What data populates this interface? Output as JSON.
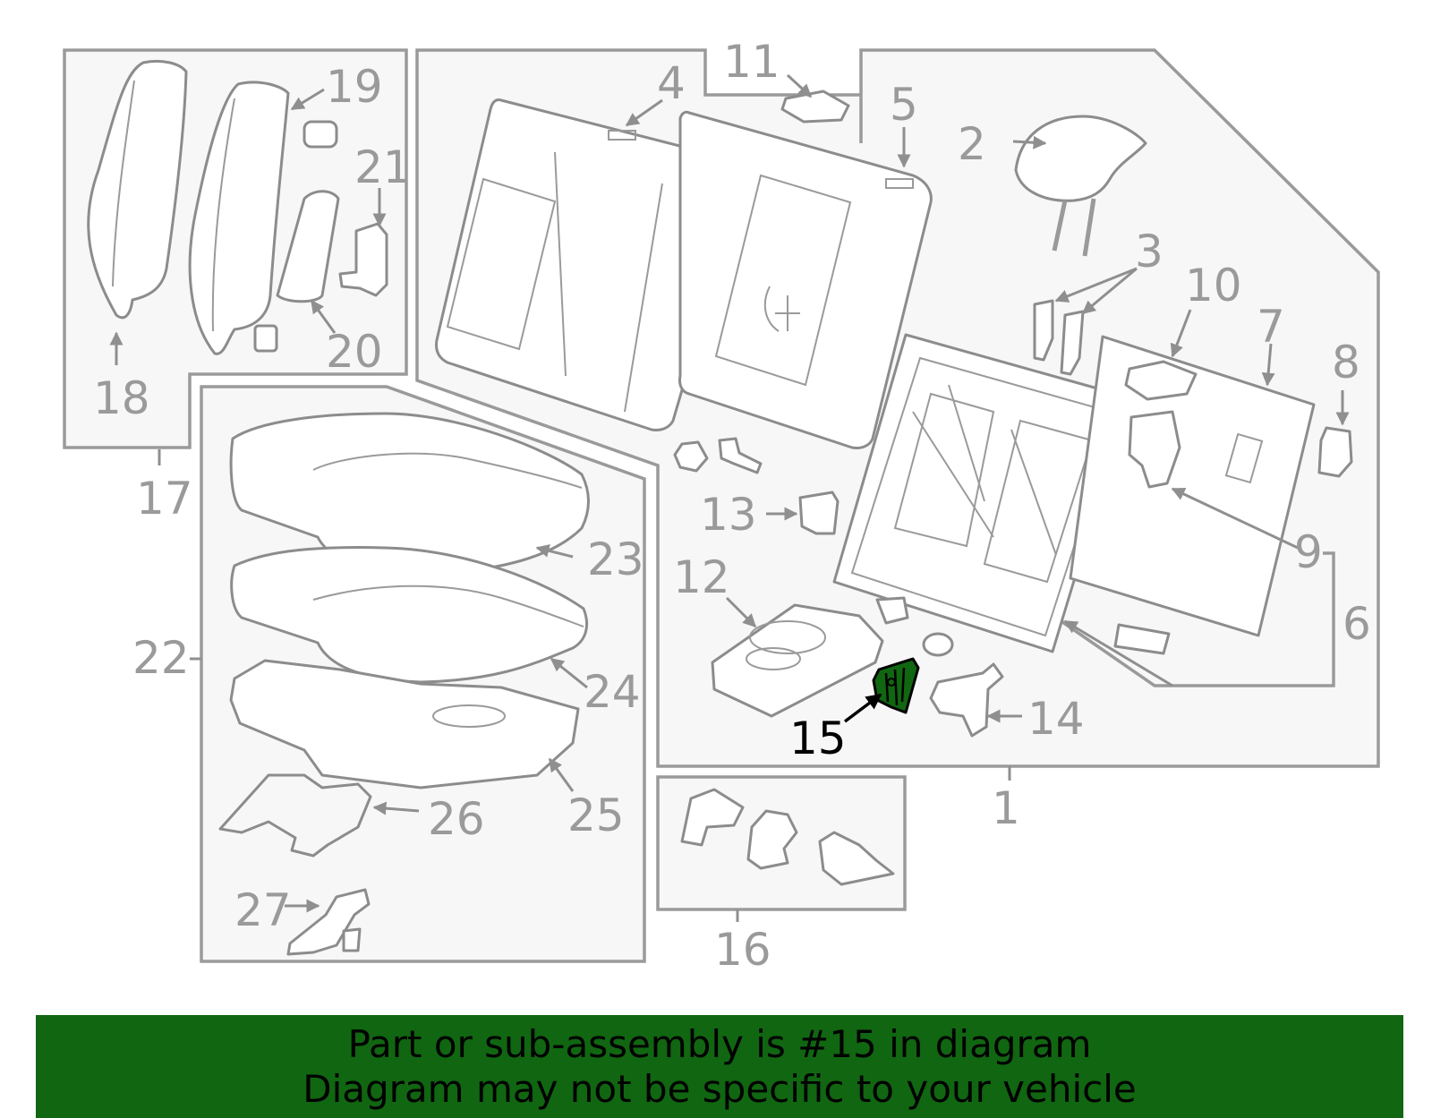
{
  "diagram": {
    "highlight_part": "15",
    "highlight_color": "#116611",
    "callouts": [
      "1",
      "2",
      "3",
      "4",
      "5",
      "6",
      "7",
      "8",
      "9",
      "10",
      "11",
      "12",
      "13",
      "14",
      "15",
      "16",
      "17",
      "18",
      "19",
      "20",
      "21",
      "22",
      "23",
      "24",
      "25",
      "26",
      "27"
    ]
  },
  "banner": {
    "line1": "Part or sub-assembly is #15 in diagram",
    "line2": "Diagram may not be specific to your vehicle",
    "background": "#116611"
  }
}
